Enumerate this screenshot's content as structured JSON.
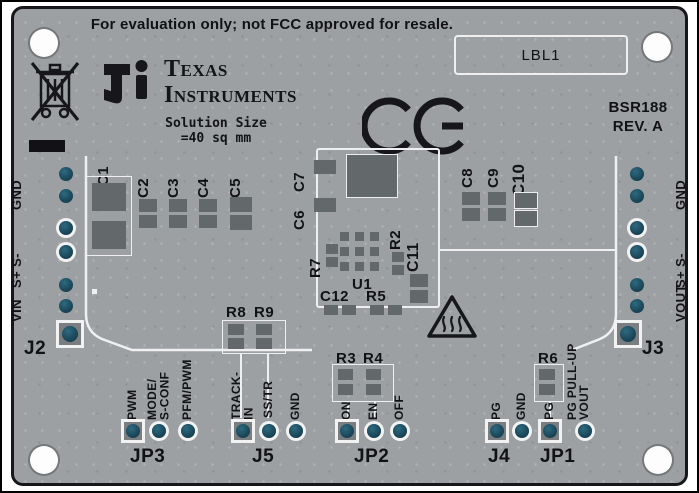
{
  "banner": "For evaluation only; not FCC approved for resale.",
  "label_box": "LBL1",
  "logo": {
    "line1": "Texas",
    "line2": "Instruments"
  },
  "solution_size": "Solution Size\n=40 sq mm",
  "ce_mark": "CE",
  "board_id": {
    "model": "BSR188",
    "rev": "REV. A"
  },
  "edges": {
    "left": {
      "labels": [
        "GND",
        "S+ S-",
        "VIN"
      ],
      "connector": "J2"
    },
    "right": {
      "labels": [
        "GND",
        "S+ S-",
        "VOUT"
      ],
      "connector": "J3"
    }
  },
  "components": {
    "c1": "C1",
    "c2": "C2",
    "c3": "C3",
    "c4": "C4",
    "c5": "C5",
    "c6": "C6",
    "c7": "C7",
    "c8": "C8",
    "c9": "C9",
    "c10": "C10",
    "c11": "C11",
    "c12": "C12",
    "r2": "R2",
    "r3": "R3",
    "r4": "R4",
    "r5": "R5",
    "r6": "R6",
    "r7": "R7",
    "r8": "R8",
    "r9": "R9",
    "u1": "U1"
  },
  "r6_function": "PG PULL-UP",
  "jumpers": [
    {
      "name": "JP3",
      "pins": [
        "PWM",
        "MODE/\nS-CONF",
        "PFM/PWM"
      ]
    },
    {
      "name": "J5",
      "pins": [
        "TRACK-\nIN",
        "SS/TR",
        "GND"
      ]
    },
    {
      "name": "JP2",
      "pins": [
        "ON",
        "EN",
        "OFF"
      ]
    },
    {
      "name": "J4",
      "pins": [
        "PG",
        "GND"
      ]
    },
    {
      "name": "JP1",
      "pins": [
        "PG",
        "VOUT"
      ]
    }
  ],
  "colors": {
    "board": "#9ca0a3",
    "silkscreen": "#f2f2f2",
    "hole": "#1c4a5c",
    "pad": "#63686b"
  }
}
